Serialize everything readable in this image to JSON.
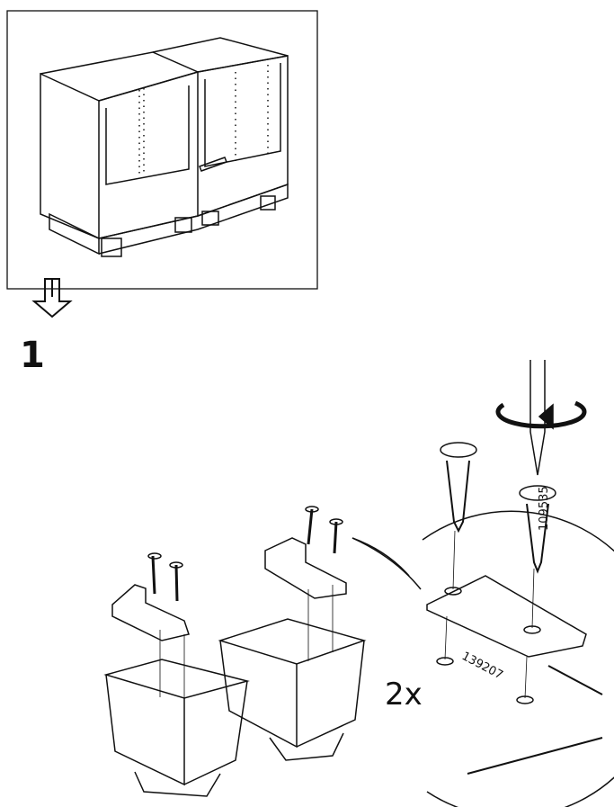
{
  "step": {
    "number": "1"
  },
  "detail": {
    "quantity": "2x",
    "screw_code": "109535",
    "bracket_code": "139207"
  }
}
